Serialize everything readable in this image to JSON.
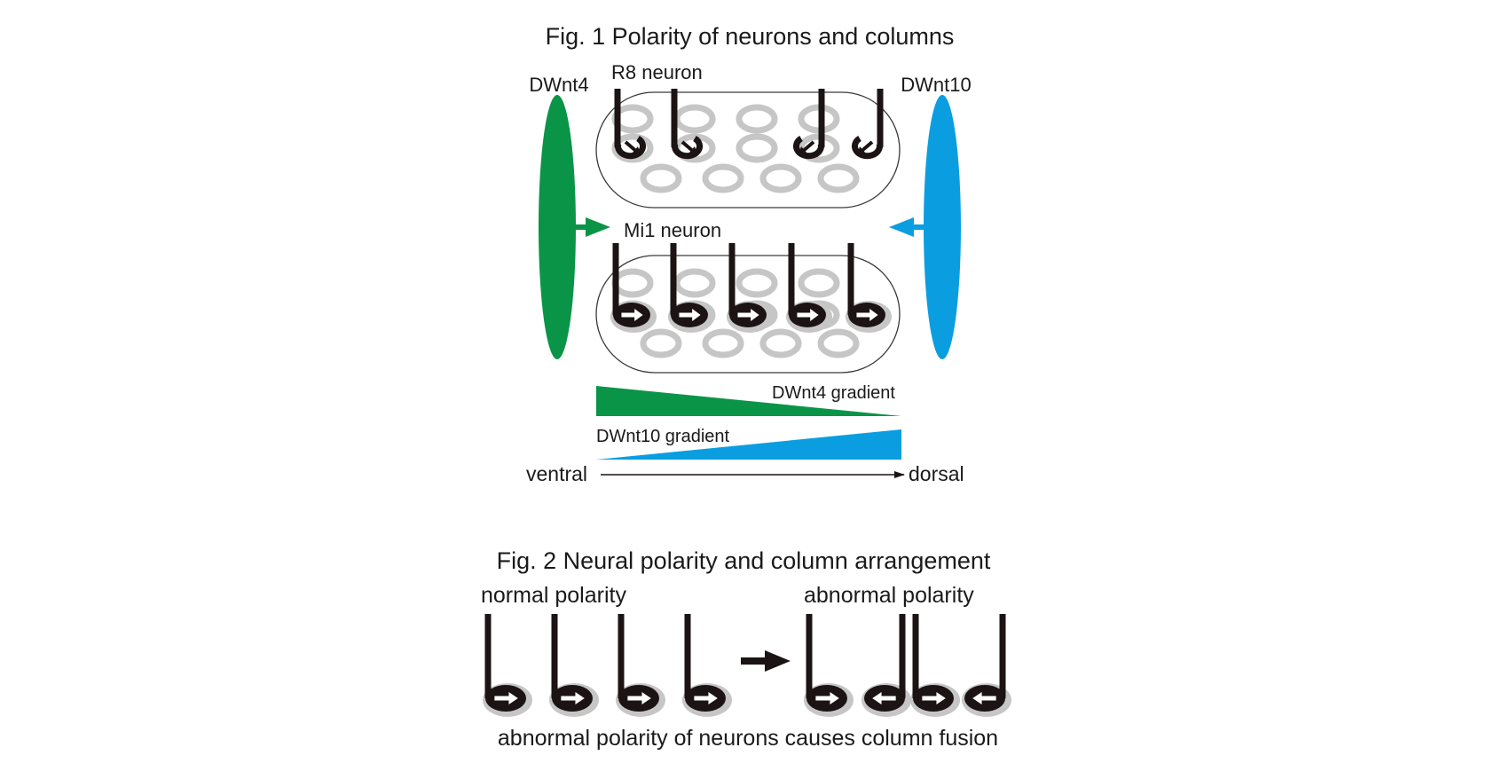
{
  "fig1": {
    "title": "Fig. 1 Polarity of neurons and columns",
    "left_source_label": "DWnt4",
    "right_source_label": "DWnt10",
    "r8_label": "R8 neuron",
    "mi1_label": "Mi1 neuron",
    "dwnt4_gradient_label": "DWnt4 gradient",
    "dwnt10_gradient_label": "DWnt10 gradient",
    "axis_start_label": "ventral",
    "axis_end_label": "dorsal"
  },
  "fig2": {
    "title": "Fig. 2 Neural polarity and column arrangement",
    "normal_label": "normal polarity",
    "abnormal_label": "abnormal polarity",
    "caption": "abnormal polarity of neurons causes column fusion",
    "abnormal_arrow_directions": [
      "right",
      "left",
      "right",
      "left"
    ]
  },
  "colors": {
    "dwnt4_green": "#0a9447",
    "dwnt10_blue": "#0a9ee0",
    "neuron_dark": "#1c1414",
    "column_gray": "#c6c6c6"
  }
}
